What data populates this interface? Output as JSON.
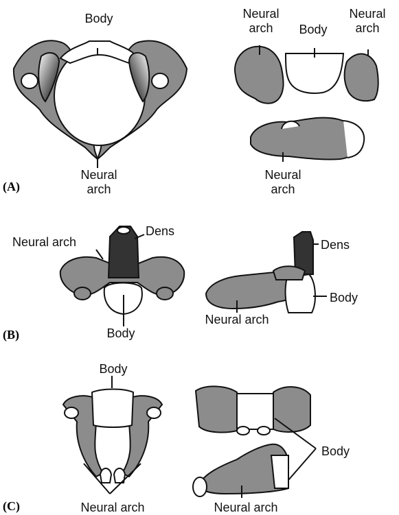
{
  "panels": {
    "a": {
      "letter": "(A)",
      "left": {
        "body": "Body",
        "neural_arch_l1": "Neural",
        "neural_arch_l2": "arch"
      },
      "right": {
        "neural_arch_left_l1": "Neural",
        "neural_arch_left_l2": "arch",
        "body": "Body",
        "neural_arch_right_l1": "Neural",
        "neural_arch_right_l2": "arch",
        "neural_arch_bottom_l1": "Neural",
        "neural_arch_bottom_l2": "arch"
      }
    },
    "b": {
      "letter": "(B)",
      "left": {
        "neural_arch": "Neural arch",
        "dens": "Dens",
        "body": "Body"
      },
      "right": {
        "dens": "Dens",
        "body": "Body",
        "neural_arch": "Neural arch"
      }
    },
    "c": {
      "letter": "(C)",
      "left": {
        "body": "Body",
        "neural_arch": "Neural arch"
      },
      "right": {
        "body": "Body",
        "neural_arch": "Neural arch"
      }
    }
  },
  "colors": {
    "bone_gray": "#8c8c8c",
    "dark_dens": "#333333",
    "outline": "#111111",
    "white": "#ffffff"
  }
}
